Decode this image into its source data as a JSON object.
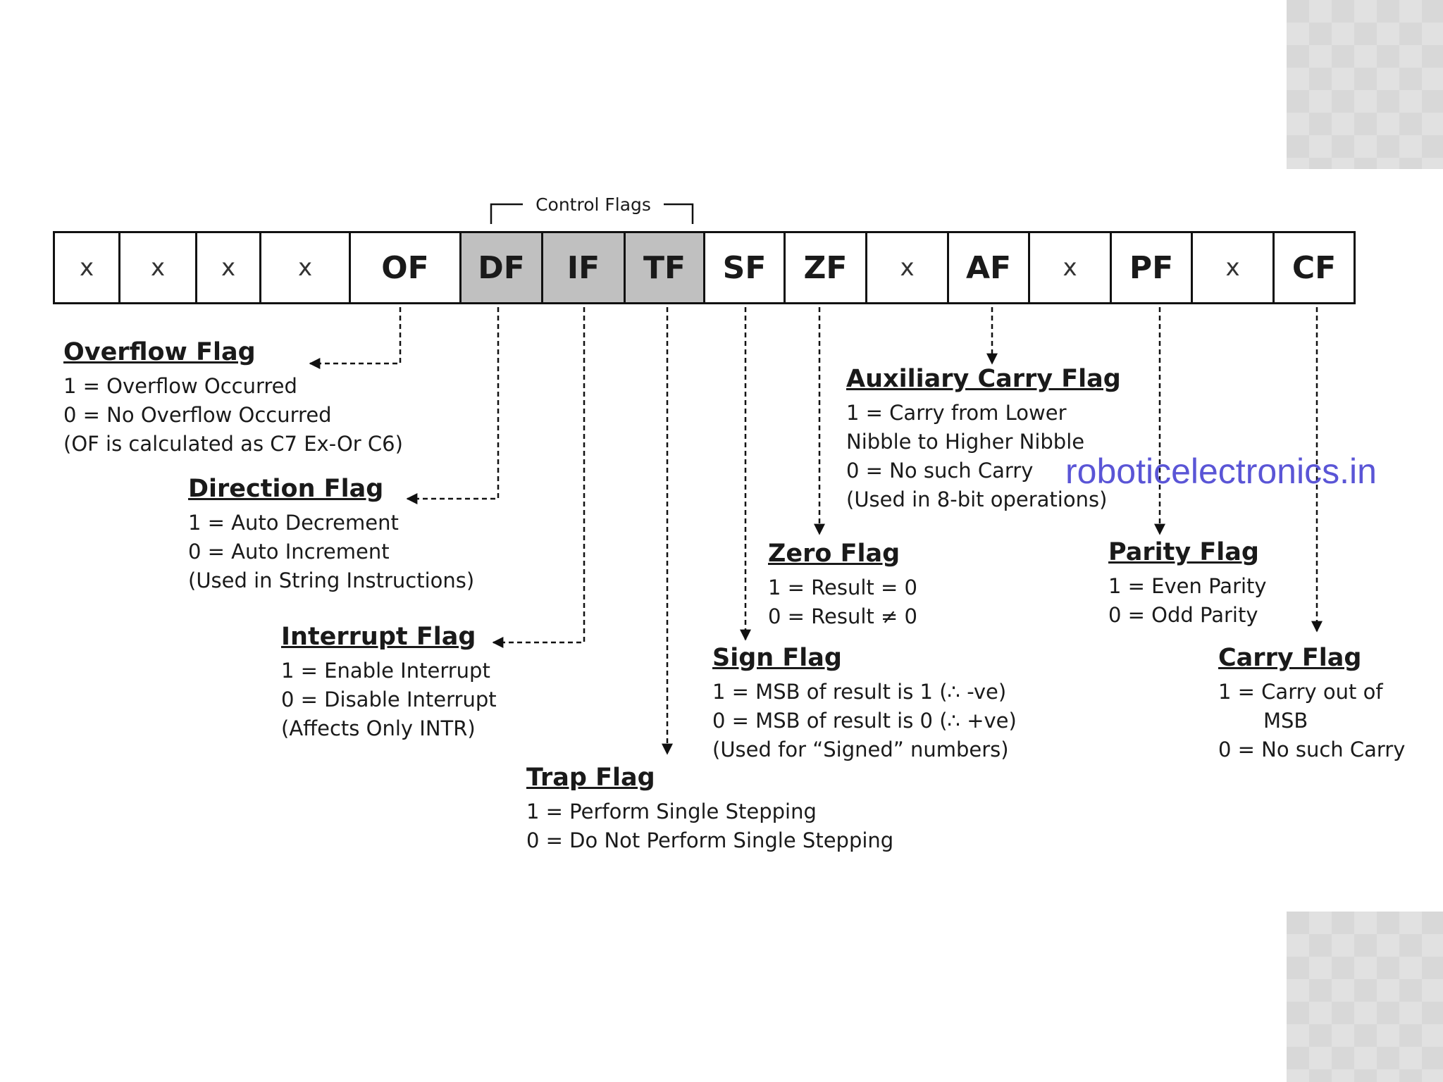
{
  "control_flags_label": "Control Flags",
  "register_cells": [
    {
      "label": "x",
      "kind": "unused"
    },
    {
      "label": "x",
      "kind": "unused"
    },
    {
      "label": "x",
      "kind": "unused"
    },
    {
      "label": "x",
      "kind": "unused"
    },
    {
      "label": "OF",
      "kind": "flag"
    },
    {
      "label": "DF",
      "kind": "control"
    },
    {
      "label": "IF",
      "kind": "control"
    },
    {
      "label": "TF",
      "kind": "control"
    },
    {
      "label": "SF",
      "kind": "flag"
    },
    {
      "label": "ZF",
      "kind": "flag"
    },
    {
      "label": "x",
      "kind": "unused"
    },
    {
      "label": "AF",
      "kind": "flag"
    },
    {
      "label": "x",
      "kind": "unused"
    },
    {
      "label": "PF",
      "kind": "flag"
    },
    {
      "label": "x",
      "kind": "unused"
    },
    {
      "label": "CF",
      "kind": "flag"
    }
  ],
  "flags": {
    "overflow": {
      "title": "Overflow Flag",
      "lines": [
        "1 = Overflow Occurred",
        "0 = No Overflow Occurred",
        "(OF is calculated as C7 Ex-Or C6)"
      ]
    },
    "direction": {
      "title": "Direction Flag",
      "lines": [
        "1 = Auto Decrement",
        "0 = Auto Increment",
        "(Used in String Instructions)"
      ]
    },
    "interrupt": {
      "title": "Interrupt Flag",
      "lines": [
        "1 = Enable Interrupt",
        "0 = Disable Interrupt",
        "(Affects Only INTR)"
      ]
    },
    "trap": {
      "title": "Trap Flag",
      "lines": [
        "1 = Perform Single Stepping",
        "0 = Do Not Perform Single Stepping"
      ]
    },
    "sign": {
      "title": "Sign Flag",
      "lines": [
        "1 = MSB of result is 1 (∴ -ve)",
        "0 = MSB of result is 0 (∴ +ve)",
        "(Used for “Signed” numbers)"
      ]
    },
    "zero": {
      "title": "Zero Flag",
      "lines": [
        "1 = Result = 0",
        "0 = Result ≠ 0"
      ]
    },
    "auxiliary_carry": {
      "title": "Auxiliary Carry Flag",
      "lines": [
        "1 = Carry from Lower",
        "Nibble to Higher Nibble",
        "0 = No such Carry",
        "(Used in 8-bit operations)"
      ]
    },
    "parity": {
      "title": "Parity Flag",
      "lines": [
        "1 = Even Parity",
        "0 = Odd Parity"
      ]
    },
    "carry": {
      "title": "Carry Flag",
      "lines": [
        "1 = Carry out of",
        "MSB",
        "0 = No such Carry"
      ]
    }
  },
  "watermark": "roboticelectronics.in"
}
